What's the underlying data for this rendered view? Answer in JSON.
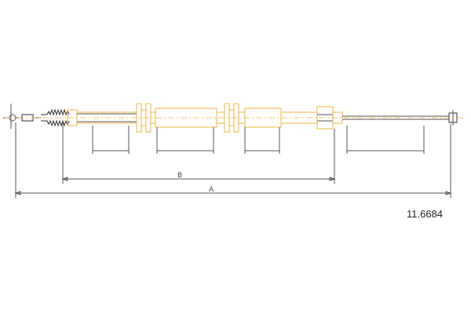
{
  "drawing": {
    "part_number": "11.6684",
    "dim_labels": {
      "B": "B",
      "A": "A"
    },
    "colors": {
      "outline": "#f2b33d",
      "line": "#555555",
      "background": "#ffffff"
    }
  }
}
